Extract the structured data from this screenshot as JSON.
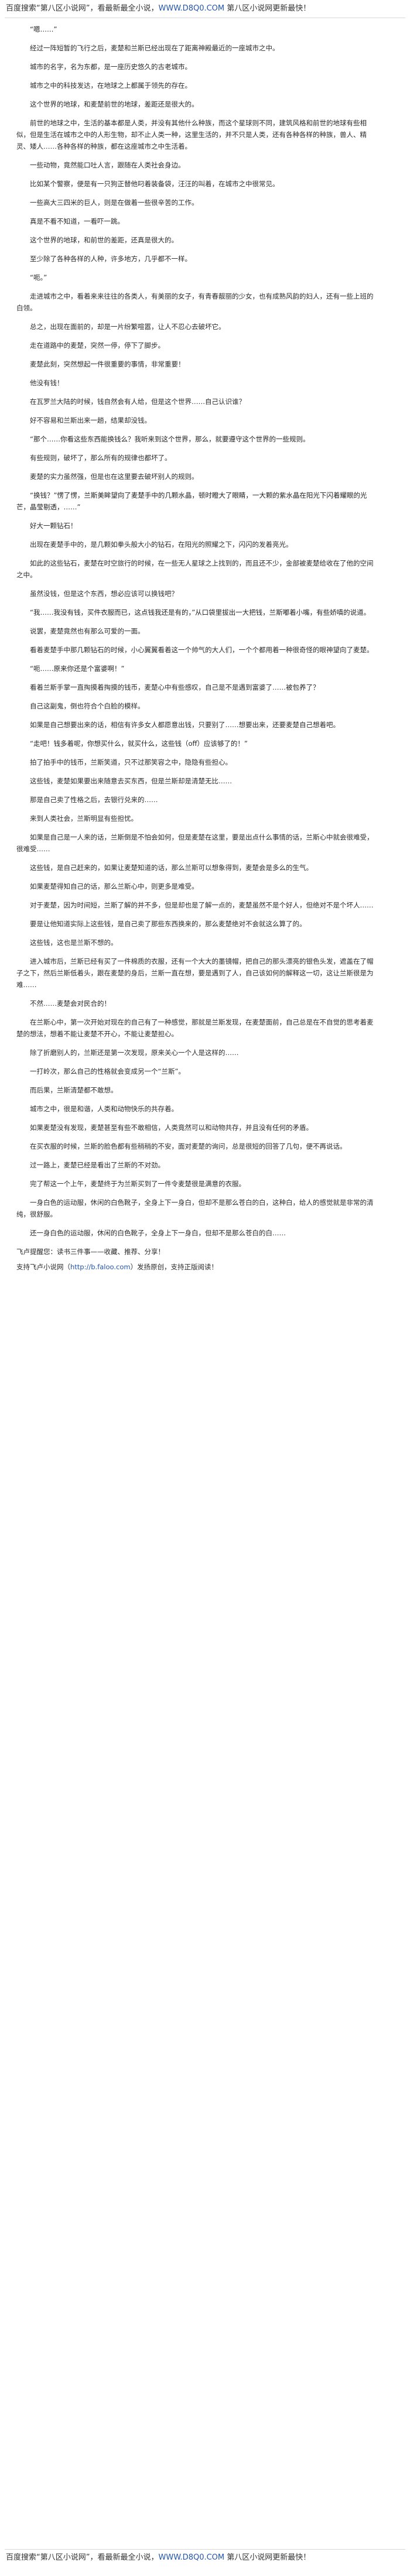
{
  "banner": {
    "prefix": "百度搜索“第八区小说网”，看最新最全小说，",
    "url": "WWW.D8Q0.COM",
    "suffix": " 第八区小说网更新最快！"
  },
  "chapter": {
    "paragraphs": [
      "“嗯……”",
      "经过一阵短暂的飞行之后，麦楚和兰斯已经出现在了距离神殿最近的一座城市之中。",
      "城市的名字，名为东都，是一座历史悠久的古老城市。",
      "城市之中的科技发达，在地球之上都属于领先的存在。",
      "这个世界的地球，和麦楚前世的地球，差距还是很大的。",
      "前世的地球之中，生活的基本都是人类，并没有其他什么种族，而这个星球则不同，建筑风格和前世的地球有些相似，但是生活在城市之中的人形生物，却不止人类一种，这里生活的，并不只是人类，还有各种各样的种族，兽人、精灵、矮人……各种各样的种族，都在这座城市之中生活着。",
      "一些动物，竟然能口吐人言，跟随在人类社会身边。",
      "比如某个警察，便是有一只狗正替他叼着装备袋，汪汪的叫着，在城市之中很常见。",
      "一些高大三四米的巨人，则是在做着一些很辛苦的工作。",
      "真是不看不知道，一看吓一跳。",
      "这个世界的地球，和前世的差距，还真是很大的。",
      "至少除了各种各样的人种，许多地方，几乎都不一样。",
      "“呃。”",
      "走进城市之中，看着来来往往的各类人，有美丽的女子，有青春靓丽的少女，也有成熟风韵的妇人，还有一些上班的白领。",
      "总之，出现在面前的，却是一片纷繁喧嚣，让人不忍心去破坏它。",
      "走在道路中的麦楚，突然一停，停下了脚步。",
      "麦楚此刻，突然想起一件很重要的事情，非常重要！",
      "他没有钱！",
      "在瓦罗兰大陆的时候，钱自然会有人给，但是这个世界……自己认识谁？",
      "好不容易和兰斯出来一趟，结果却没钱。",
      "“那个……你看这些东西能换钱么？我听来到这个世界，那么，就要遵守这个世界的一些规则。",
      "有些规则，破坏了，那么所有的规律也都坏了。",
      "麦楚的实力虽然强，但是也在这里要去破坏别人的规则。",
      "“换钱？”愣了愣，兰斯美眸望向了麦楚手中的几颗水晶，顿时瞪大了眼睛，一大颗的紫水晶在阳光下闪着耀眼的光芒，晶莹剔透，……”",
      "好大一颗钻石！",
      "出现在麦楚手中的，是几颗如拳头般大小的钻石，在阳光的照耀之下，闪闪的发着亮光。",
      "如此的这些钻石，麦楚在时空旅行的时候，在一些无人星球之上找到的，而且还不少，金部被麦楚给收在了他的空间之中。",
      "虽然没钱，但是这个东西，想必应该可以换钱吧？",
      "“我……我没有钱，买件衣服而已，这点钱我还是有的，”从口袋里拔出一大把钱，兰斯嘟着小嘴，有些娇嗔的说道。",
      "说罢，麦楚竟然也有那么可爱的一面。",
      "看着麦楚手中那几颗钻石的时候，小心翼翼看着这一个帅气的大人们，一个个都用着一种很奇怪的眼神望向了麦楚。",
      "“呃……原来你还是个富婆啊！”",
      "看着兰斯手掌一直掏摸着掏摸的钱币，麦楚心中有些感叹，自己是不是遇到富婆了……被包养了？",
      "自己这副鬼，倒也符合个白脸的模样。",
      "如果是自己想要出来的话，相信有许多女人都愿意出钱，只要别了……想要出来，还要麦楚自己想着吧。",
      "“走吧！钱多着呢，你想买什么，就买什么，这些钱（off）应该够了的！”",
      "拍了拍手中的钱币，兰斯笑道，只不过那笑容之中，隐隐有些担心。",
      "这些钱，麦楚如果要出来随意去买东西，但是兰斯却是清楚无比……",
      "那是自己卖了性格之后，去银行兑来的……",
      "来到人类社会，兰斯明显有些担忧。",
      "如果是自己是一人来的话，兰斯倒是不怕会如何，但是麦楚在这里，要是出点什么事情的话，兰斯心中就会很难受，很难受……",
      "这些钱，是自己赶来的，如果让麦楚知道的话，那么兰斯可以想象得到，麦楚会是多么的生气。",
      "如果麦楚得知自己的话，那么兰斯心中，则更多是难受。",
      "对于麦楚，因为时间短，兰斯了解的并不多，但是却也是了解一点的，麦楚虽然不是个好人，但绝对不是个坏人……",
      "要是让他知道实际上这些钱，是自己卖了那些东西换来的，那么麦楚绝对不会就这么算了的。",
      "这些钱，这也是兰斯不想的。",
      "进入城市后，兰斯已经有买了一件棉质的衣服，还有一个大大的墨镜帽，把自己的那头漂亮的银色头发，遮盖在了帽子之下，然后兰斯低着头，跟在麦楚的身后，兰斯一直在想，要是遇到了人，自己该如何的解释这一切，这让兰斯很是为难……",
      "不然……麦楚会对民合的！",
      "在兰斯心中，第一次开始对现在的自己有了一种感觉，那就是兰斯发现，在麦楚面前，自己总是在不自觉的思考着麦楚的想法，想着不能让麦楚不开心，不能让麦楚担心。",
      "除了折磨别人的，兰斯还是第一次发现，原来关心一个人是这样的……",
      "一打岭次，那么自己的性格就会变成另一个“兰斯”。",
      "而后果，兰斯清楚都不敢想。",
      "城市之中，很是和谐，人类和动物快乐的共存着。",
      "如果麦楚没有发现，麦楚甚至有些不敢相信，人类竟然可以和动物共存，并且没有任何的矛盾。",
      "在买衣服的时候，兰斯的脸色都有些稍稍的不安，面对麦楚的询问，总是很短的回答了几句，便不再说话。",
      "过一路上，麦楚已经是看出了兰斯的不对劲。",
      "完了帮这一个上午，麦楚终于为兰斯买到了一件令麦楚很是满意的衣服。",
      "一身白色的运动服，休闲的白色靴子，全身上下一身白，但却不是那么苍白的白，这种白，给人的感觉就是非常的清纯，很舒服。",
      "还一身白色的运动服，休闲的白色靴子，全身上下一身白，但却不是那么苍白的白……"
    ],
    "dialog_indexes": [
      0,
      12,
      20,
      23,
      28,
      31,
      35
    ]
  },
  "footer": {
    "tip": "飞卢提醒您：读书三件事——收藏、推荐、分享！",
    "line_prefix": "支持飞卢小说网（",
    "line_url": "http://b.faloo.com",
    "line_suffix": "）发扬原创，支持正版阅读！"
  }
}
